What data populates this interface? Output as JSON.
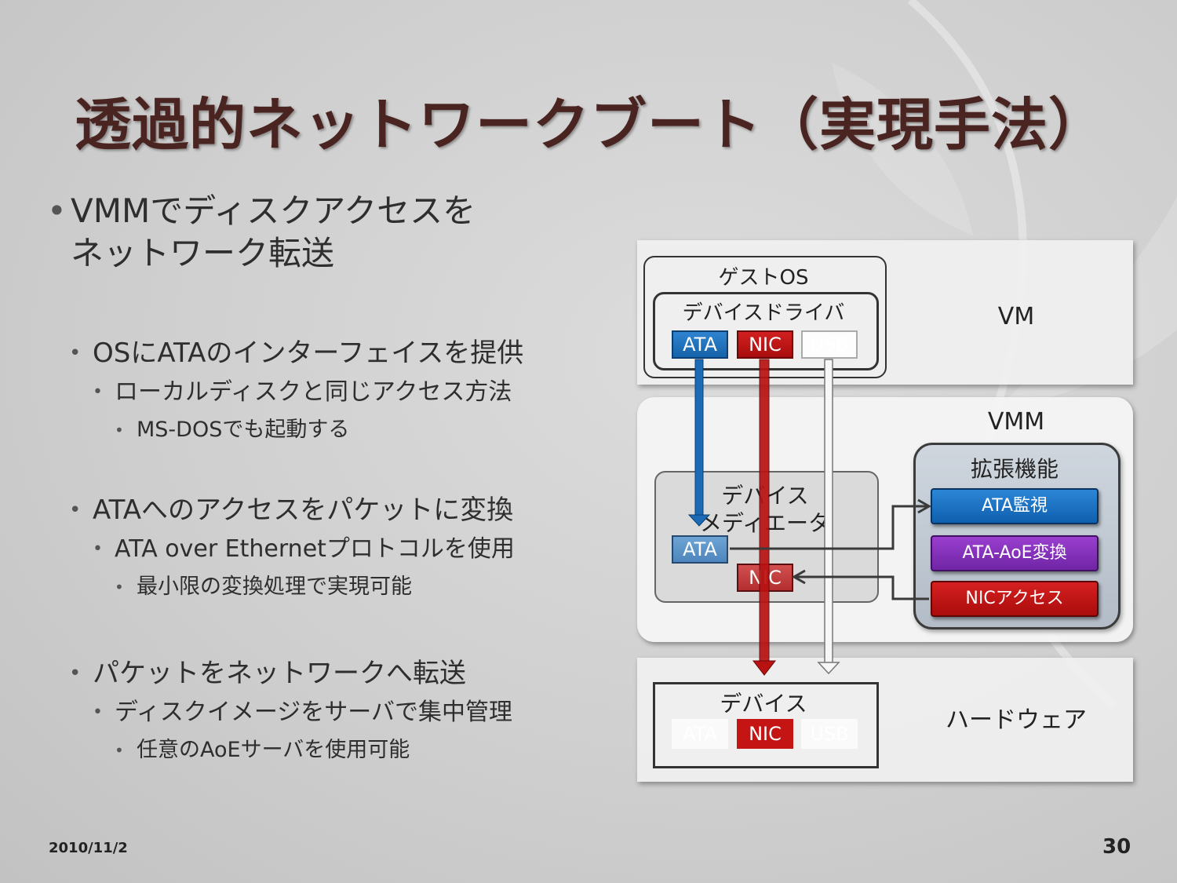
{
  "title": "透過的ネットワークブート（実現手法）",
  "bullets": {
    "b1": "VMMでディスクアクセスを",
    "b1_cont": "ネットワーク転送",
    "b2": "OSにATAのインターフェイスを提供",
    "b2_1": "ローカルディスクと同じアクセス方法",
    "b2_1_1": "MS-DOSでも起動する",
    "b3": "ATAへのアクセスをパケットに変換",
    "b3_1": "ATA over Ethernetプロトコルを使用",
    "b3_1_1": "最小限の変換処理で実現可能",
    "b4": "パケットをネットワークへ転送",
    "b4_1": "ディスクイメージをサーバで集中管理",
    "b4_1_1": "任意のAoEサーバを使用可能"
  },
  "footer": {
    "date": "2010/11/2",
    "page": "30"
  },
  "diagram": {
    "vm_label": "VM",
    "vmm_label": "VMM",
    "hardware_label": "ハードウェア",
    "guest_os": "ゲストOS",
    "device_driver": "デバイスドライバ",
    "driver_chips": [
      "ATA",
      "NIC",
      "USB"
    ],
    "mediator_line1": "デバイス",
    "mediator_line2": "メディエータ",
    "mediator_chips": [
      "ATA",
      "NIC"
    ],
    "extension_title": "拡張機能",
    "extension_items": [
      "ATA監視",
      "ATA-AoE変換",
      "NICアクセス"
    ],
    "hw_device": "デバイス",
    "hw_chips": [
      "ATA",
      "NIC",
      "USB"
    ]
  },
  "colors": {
    "title": "#4a2420",
    "ata_blue": "#1664aa",
    "nic_red": "#b00e0e",
    "aoe_purple": "#7a2bb0"
  }
}
